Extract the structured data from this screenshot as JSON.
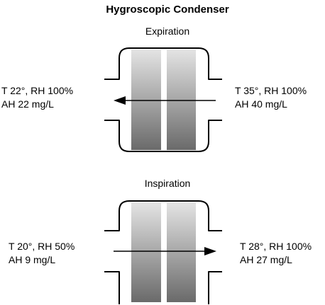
{
  "title": "Hygroscopic Condenser",
  "expiration": {
    "label": "Expiration",
    "left_line1": "T 22°, RH 100%",
    "left_line2": "AH 22 mg/L",
    "right_line1": "T 35°, RH 100%",
    "right_line2": "AH 40 mg/L",
    "flow_direction": "right-to-left"
  },
  "inspiration": {
    "label": "Inspiration",
    "left_line1": "T 20°, RH 50%",
    "left_line2": "AH 9 mg/L",
    "right_line1": "T 28°, RH 100%",
    "right_line2": "AH 27 mg/L",
    "flow_direction": "left-to-right"
  },
  "colors": {
    "filter_light": "#e4e4e4",
    "filter_dark": "#6a6a6a",
    "stroke": "#000000"
  }
}
